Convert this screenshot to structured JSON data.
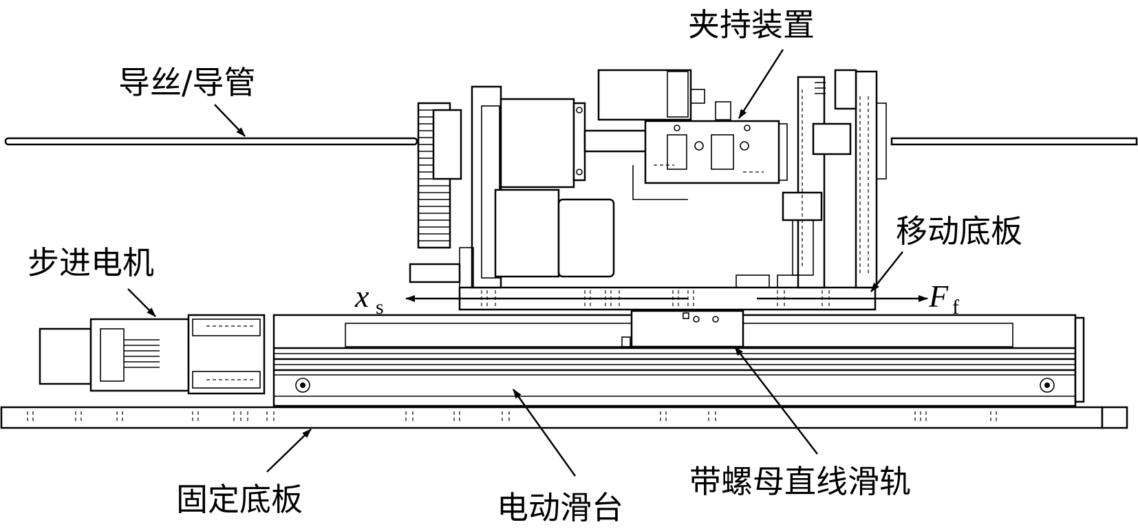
{
  "labels": {
    "clamping_device": "夹持装置",
    "guidewire_catheter": "导丝/导管",
    "moving_base_plate": "移动底板",
    "stepper_motor": "步进电机",
    "fixed_base_plate": "固定底板",
    "electric_slide": "电动滑台",
    "linear_rail_with_nut": "带螺母直线滑轨"
  },
  "symbols": {
    "displacement": {
      "main": "x",
      "sub": "s"
    },
    "friction_force": {
      "main": "F",
      "sub": "f"
    }
  },
  "colors": {
    "line": "#000000",
    "background": "#ffffff"
  }
}
